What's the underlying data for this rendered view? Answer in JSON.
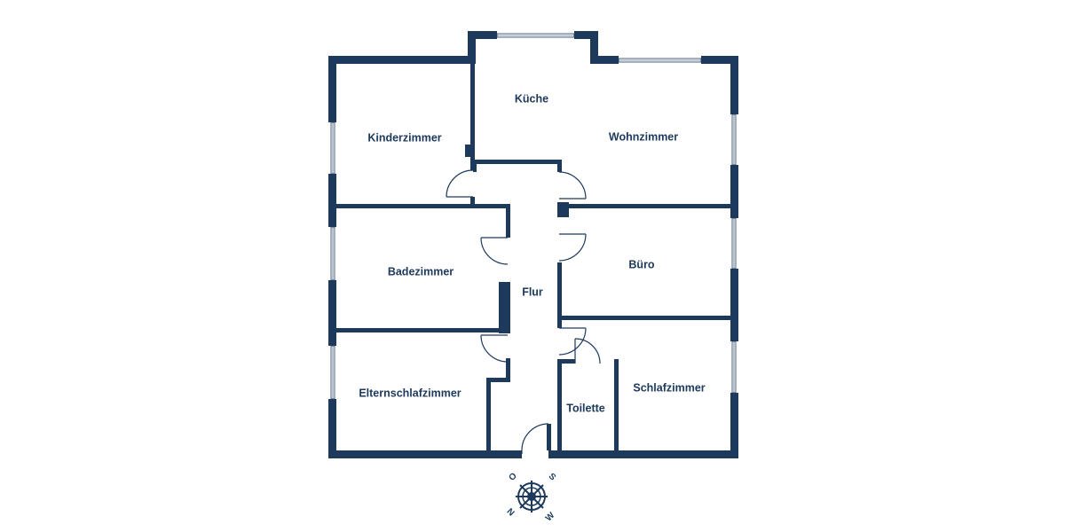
{
  "rooms": {
    "kinderzimmer": "Kinderzimmer",
    "kueche": "Küche",
    "wohnzimmer": "Wohnzimmer",
    "badezimmer": "Badezimmer",
    "flur": "Flur",
    "buero": "Büro",
    "elternschlafzimmer": "Elternschlafzimmer",
    "toilette": "Toilette",
    "schlafzimmer": "Schlafzimmer"
  },
  "compass": {
    "north": "N",
    "east": "O",
    "south": "S",
    "west": "W"
  },
  "colors": {
    "wall": "#1d3a5c",
    "background": "#ffffff"
  }
}
